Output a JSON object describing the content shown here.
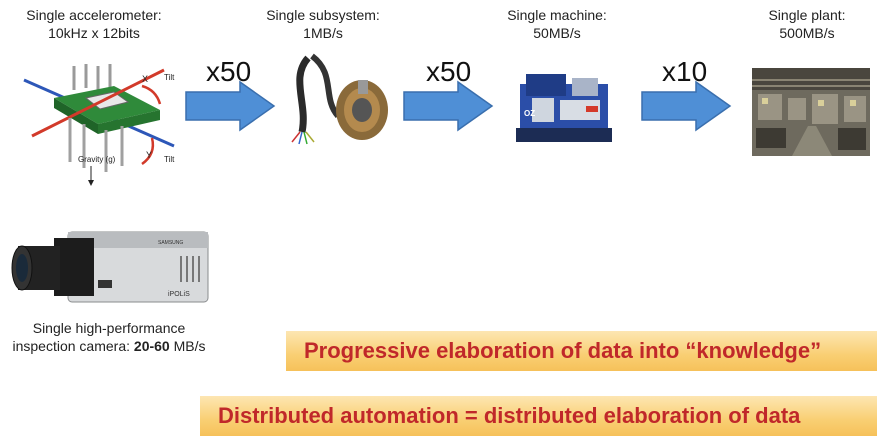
{
  "stages": [
    {
      "title": "Single accelerometer:",
      "rate": "10kHz x 12bits"
    },
    {
      "title": "Single subsystem:",
      "rate": "1MB/s"
    },
    {
      "title": "Single machine:",
      "rate": "50MB/s"
    },
    {
      "title": "Single plant:",
      "rate": "500MB/s"
    }
  ],
  "multipliers": [
    "x50",
    "x50",
    "x10"
  ],
  "accelerometer": {
    "x_label": "X",
    "y_label": "Y",
    "tilt_label": "Tilt",
    "gravity_label": "Gravity (g)"
  },
  "machine_brand": "OZ",
  "camera": {
    "line1": "Single high-performance",
    "line2_prefix": "inspection camera: ",
    "line2_bold": "20-60",
    "line2_suffix": " MB/s",
    "brand": "SAMSUNG",
    "model": "iPOLiS"
  },
  "banners": [
    "Progressive elaboration of data into “knowledge”",
    "Distributed automation = distributed elaboration of data"
  ],
  "colors": {
    "arrow": "#4f8fd6",
    "arrow_stroke": "#3a6fae",
    "banner_text": "#c0282a"
  }
}
